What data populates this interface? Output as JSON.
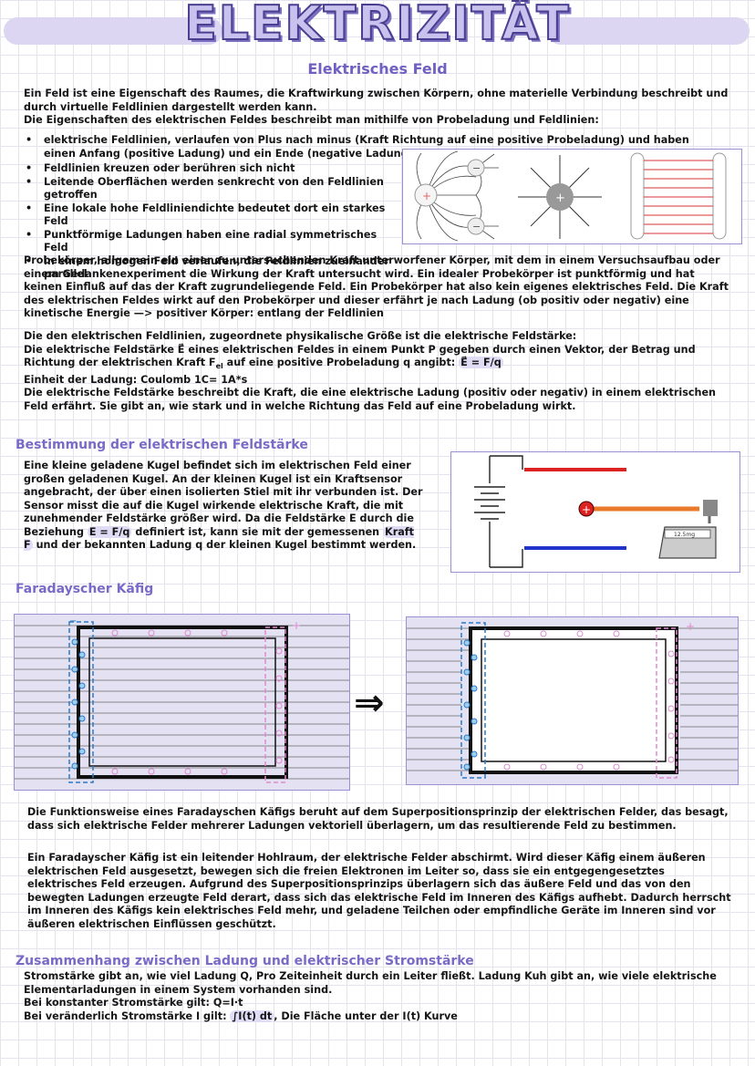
{
  "header": {
    "title": "ELEKTRIZITÄT",
    "subtitle": "Elektrisches Feld"
  },
  "intro": {
    "p1": "Ein Feld ist eine Eigenschaft des Raumes, die Kraftwirkung zwischen Körpern, ohne materielle Verbindung beschreibt und durch virtuelle Feldlinien dargestellt werden kann.",
    "p2": "Die Eigenschaften des elektrischen Feldes beschreibt man mithilfe von Probeladung und Feldlinien:",
    "bullet_first": "elektrische Feldlinien, verlaufen von Plus nach minus (Kraft Richtung auf eine positive Probeladung) und haben einen Anfang (positive Ladung) und ein Ende (negative Ladung)",
    "bullets": [
      "Feldlinien kreuzen oder berühren sich nicht",
      "Leitende Oberflächen werden senkrecht von den Feldlinien getroffen",
      "Eine lokale hohe Feldliniendichte bedeutet dort ein starkes Feld",
      "Punktförmige Ladungen haben eine radial symmetrisches Feld",
      "in einem homogen Feld verlaufen, die Feldlinien zueinander parallel"
    ]
  },
  "probe": {
    "text": "Probekörper, allgemein ein einer zu untersuchenden Kraft unterworfener Körper, mit dem in einem Versuchsaufbau oder einem Gedankenexperiment die Wirkung der Kraft untersucht wird. Ein idealer Probekörper ist punktförmig und hat keinen Einfluß auf das der Kraft zugrundeliegende Feld. Ein Probekörper hat also kein eigenes elektrisches Feld. Die Kraft des elektrischen Feldes wirkt auf den Probekörper und dieser erfährt je nach Ladung (ob positiv oder negativ) eine kinetische Energie —> positiver Körper: entlang der Feldlinien"
  },
  "feldstaerke": {
    "l1": "Die den elektrischen Feldlinien, zugeordnete physikalische Größe ist die elektrische Feldstärke:",
    "l2a": "Die elektrische Feldstärke E⃗ eines elektrischen Feldes in einem Punkt P gegeben durch einen Vektor, der Betrag und Richtung der elektrischen Kraft F",
    "l2sub": "el",
    "l2b": "auf eine positive Probeladung q angibt:",
    "formula": "E⃗ = F/q",
    "l3": "Einheit der Ladung: Coulomb 1C= 1A*s",
    "l4": "Die elektrische Feldstärke beschreibt die Kraft, die eine elektrische Ladung (positiv oder negativ) in einem elektrischen Feld erfährt. Sie gibt an, wie stark und in welche Richtung das Feld auf eine Probeladung wirkt."
  },
  "bestimmung": {
    "heading": "Bestimmung der elektrischen Feldstärke",
    "t1": "Eine kleine geladene Kugel befindet sich im elektrischen Feld einer großen geladenen Kugel. An der kleinen Kugel ist ein Kraftsensor angebracht, der über einen isolierten Stiel mit ihr verbunden ist. Der Sensor misst die auf die Kugel wirkende elektrische Kraft, die mit zunehmender Feldstärke größer wird. Da die Feldstärke E durch die Beziehung",
    "f1": "E = F/q",
    "t2": "definiert ist, kann sie mit der gemessenen",
    "f2": "Kraft F",
    "t3": "und der bekannten Ladung q der kleinen Kugel bestimmt werden.",
    "scale_label": "12.5mg"
  },
  "faraday": {
    "heading": "Faradayscher Käfig",
    "arrow": "⇒",
    "p1": "Die Funktionsweise eines Faradayschen Käfigs beruht auf dem Superpositionsprinzip der elektrischen Felder, das besagt, dass sich elektrische Felder mehrerer Ladungen vektoriell überlagern, um das resultierende Feld zu bestimmen.",
    "p2": "Ein Faradayscher Käfig ist ein leitender Hohlraum, der elektrische Felder abschirmt. Wird dieser Käfig einem äußeren elektrischen Feld ausgesetzt, bewegen sich die freien Elektronen im Leiter so, dass sie ein entgegengesetztes elektrisches Feld erzeugen. Aufgrund des Superpositionsprinzips überlagern sich das äußere Feld und das von den bewegten Ladungen erzeugte Feld derart, dass sich das elektrische Feld im Inneren des Käfigs aufhebt. Dadurch herrscht im Inneren des Käfigs kein elektrisches Feld mehr, und geladene Teilchen oder empfindliche Geräte im Inneren sind vor äußeren elektrischen Einflüssen geschützt."
  },
  "strom": {
    "heading": "Zusammenhang zwischen Ladung und elektrischer Stromstärke",
    "p1": "Stromstärke gibt an, wie viel Ladung Q, Pro Zeiteinheit durch ein Leiter fließt. Ladung Kuh gibt an, wie viele elektrische Elementarladungen in einem System vorhanden sind.",
    "p2": "Bei konstanter Stromstärke gilt: Q=I·t",
    "p3a": "Bei veränderlich Stromstärke I gilt:",
    "integral": "∫I(t) dt",
    "p3b": ", Die Fläche unter der I(t) Kurve"
  }
}
